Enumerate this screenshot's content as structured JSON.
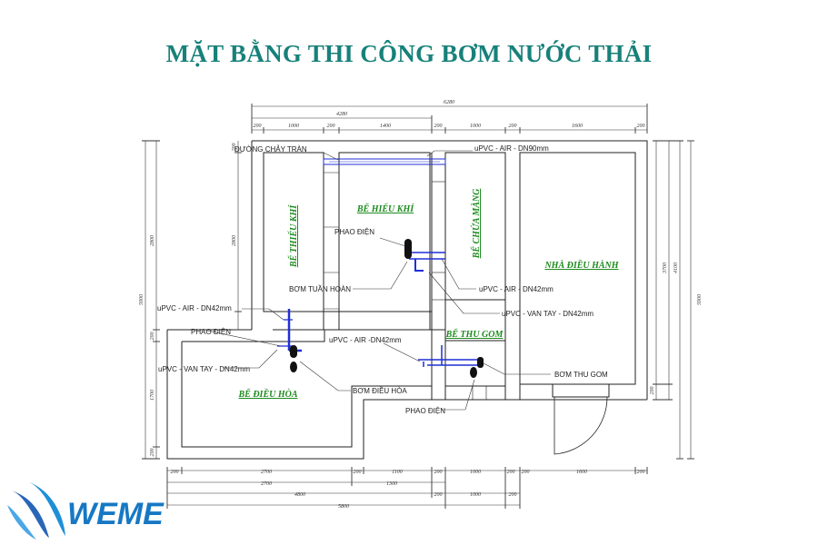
{
  "title": "MẶT BẰNG THI CÔNG BƠM NƯỚC THẢI",
  "brand": {
    "name": "WEME"
  },
  "colors": {
    "title": "#17817a",
    "room_label": "#1e8a1e",
    "pipe": "#1f2fd6",
    "brand": "#1778c4"
  },
  "rooms": {
    "thieu_khi": "BỂ THIẾU KHÍ",
    "hieu_khi": "BỂ HIẾU KHÍ",
    "chua_mang": "BỂ CHỨA MÀNG",
    "nha_dieu_hanh": "NHÀ ĐIỀU HÀNH",
    "thu_gom": "BỂ THU GOM",
    "dieu_hoa": "BỂ ĐIỀU HÒA"
  },
  "callouts": {
    "duong_chay_tran": "ĐƯỜNG CHẢY TRÀN",
    "upvc_air_90": "uPVC - AIR - DN90mm",
    "phao_dien_1": "PHAO ĐIỆN",
    "bom_tuan_hoan": "BƠM TUẦN HOÀN",
    "upvc_air_42_a": "uPVC - AIR - DN42mm",
    "upvc_van_tay_a": "uPVC - VAN TAY - DN42mm",
    "upvc_air_42_b": "uPVC - AIR - DN42mm",
    "phao_dien_2": "PHAO ĐIỆN",
    "upvc_van_tay_b": "uPVC - VAN TAY - DN42mm",
    "upvc_air_42_c": "uPVC - AIR -DN42mm",
    "bom_dieu_hoa": "BƠM ĐIỀU HÒA",
    "bom_thu_gom": "BƠM THU GOM",
    "phao_dien_3": "PHAO ĐIỆN"
  },
  "dimensions": {
    "top_total": "6280",
    "top_mid": "4280",
    "top_segments": [
      "200",
      "1000",
      "200",
      "1400",
      "200",
      "1000",
      "200",
      "1600",
      "200"
    ],
    "bottom_segments": [
      "200",
      "2700",
      "200",
      "1100",
      "200",
      "1000",
      "200",
      "200",
      "1600",
      "200"
    ],
    "bottom_row2": [
      "2700",
      "1300"
    ],
    "bottom_row3": [
      "4800",
      "200",
      "1000",
      "200"
    ],
    "bottom_row4": [
      "5800"
    ],
    "left_outer": "5900",
    "left_inner": [
      "200",
      "2800",
      "200",
      "1700",
      "200"
    ],
    "left_second": "2800",
    "right_outer": "5900",
    "right_mid": "4100",
    "right_inner": [
      "3700",
      "200"
    ],
    "small_200": "200"
  }
}
